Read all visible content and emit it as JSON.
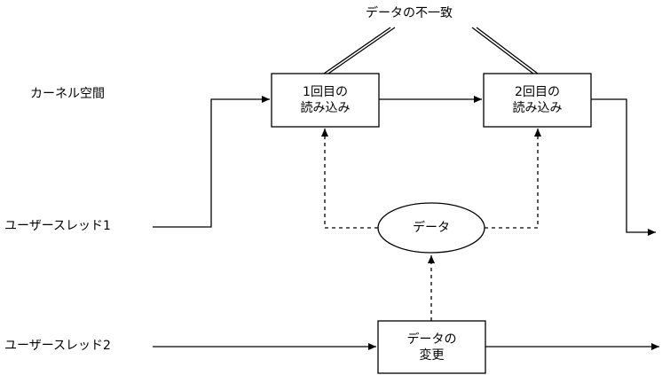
{
  "labels": {
    "kernel_space": "カーネル空間",
    "user_thread_1": "ユーザースレッド1",
    "user_thread_2": "ユーザースレッド2",
    "inconsistency": "データの不一致"
  },
  "boxes": {
    "read1": {
      "line1": "1回目の",
      "line2": "読み込み"
    },
    "read2": {
      "line1": "2回目の",
      "line2": "読み込み"
    },
    "change": {
      "line1": "データの",
      "line2": "変更"
    }
  },
  "data_node": {
    "label": "データ"
  },
  "colors": {
    "stroke": "#000000",
    "fill": "#ffffff",
    "text": "#000000"
  }
}
